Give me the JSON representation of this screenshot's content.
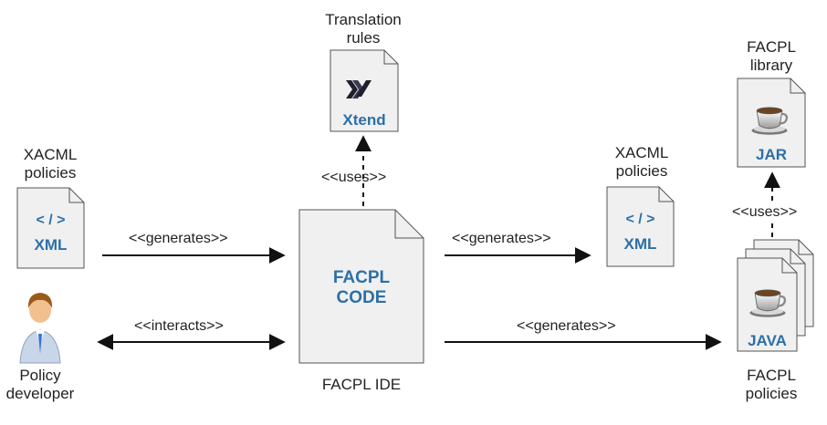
{
  "colors": {
    "doc_fill": "#f0f0f0",
    "doc_stroke": "#555555",
    "accent_text": "#2d6fa7",
    "arrow": "#111111"
  },
  "nodes": {
    "translation_rules": {
      "label": "Translation\nrules",
      "doc_text": "Xtend",
      "icon": "xtend-logo-icon"
    },
    "xacml_input": {
      "label": "XACML\npolicies",
      "code_text": "< / >",
      "doc_text": "XML"
    },
    "policy_developer": {
      "label": "Policy\ndeveloper",
      "icon": "person-icon"
    },
    "facpl_ide": {
      "doc_text": "FACPL\nCODE",
      "label": "FACPL IDE"
    },
    "xacml_output": {
      "label": "XACML\npolicies",
      "code_text": "< / >",
      "doc_text": "XML"
    },
    "facpl_library": {
      "label": "FACPL\nlibrary",
      "doc_text": "JAR",
      "icon": "coffee-cup-icon"
    },
    "facpl_policies": {
      "label": "FACPL\npolicies",
      "doc_text": "JAVA",
      "icon": "coffee-cup-icon"
    }
  },
  "edges": {
    "uses_xtend": "<<uses>>",
    "generates_left": "<<generates>>",
    "interacts": "<<interacts>>",
    "generates_xml": "<<generates>>",
    "generates_java": "<<generates>>",
    "uses_jar": "<<uses>>"
  }
}
